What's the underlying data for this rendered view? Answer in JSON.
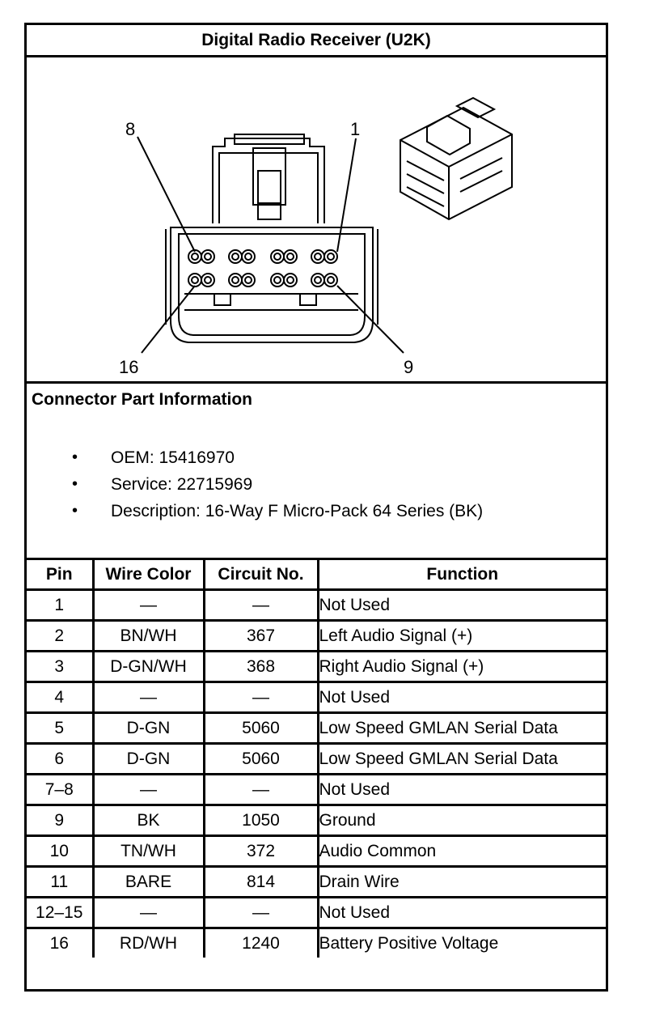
{
  "title": "Digital Radio Receiver (U2K)",
  "diagram": {
    "pin_labels": {
      "top_left": "8",
      "top_right": "1",
      "bottom_left": "16",
      "bottom_right": "9"
    }
  },
  "connector_info": {
    "heading": "Connector Part Information",
    "bullet": "•",
    "items": [
      "OEM: 15416970",
      "Service: 22715969",
      "Description: 16-Way F Micro-Pack 64 Series (BK)"
    ]
  },
  "pin_table": {
    "headers": [
      "Pin",
      "Wire Color",
      "Circuit No.",
      "Function"
    ],
    "rows": [
      {
        "pin": "1",
        "color": "—",
        "circuit": "—",
        "function": "Not Used"
      },
      {
        "pin": "2",
        "color": "BN/WH",
        "circuit": "367",
        "function": "Left Audio Signal (+)"
      },
      {
        "pin": "3",
        "color": "D-GN/WH",
        "circuit": "368",
        "function": "Right Audio Signal (+)"
      },
      {
        "pin": "4",
        "color": "—",
        "circuit": "—",
        "function": "Not Used"
      },
      {
        "pin": "5",
        "color": "D-GN",
        "circuit": "5060",
        "function": "Low Speed GMLAN Serial Data"
      },
      {
        "pin": "6",
        "color": "D-GN",
        "circuit": "5060",
        "function": "Low Speed GMLAN Serial Data"
      },
      {
        "pin": "7–8",
        "color": "—",
        "circuit": "—",
        "function": "Not Used"
      },
      {
        "pin": "9",
        "color": "BK",
        "circuit": "1050",
        "function": "Ground"
      },
      {
        "pin": "10",
        "color": "TN/WH",
        "circuit": "372",
        "function": "Audio Common"
      },
      {
        "pin": "11",
        "color": "BARE",
        "circuit": "814",
        "function": "Drain Wire"
      },
      {
        "pin": "12–15",
        "color": "—",
        "circuit": "—",
        "function": "Not Used"
      },
      {
        "pin": "16",
        "color": "RD/WH",
        "circuit": "1240",
        "function": "Battery Positive Voltage"
      }
    ]
  }
}
